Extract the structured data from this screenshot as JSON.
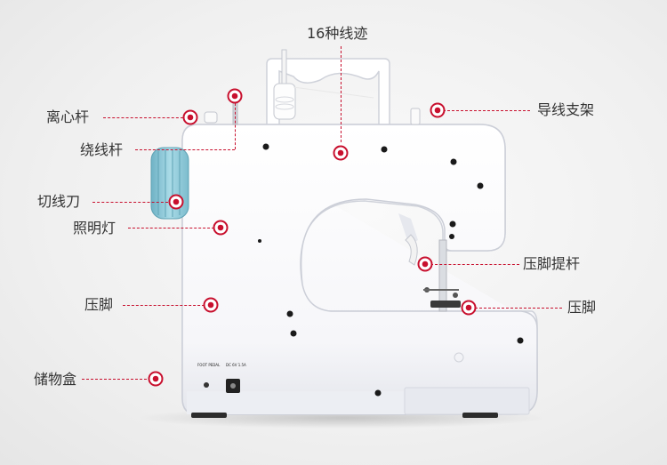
{
  "labels": {
    "stitches": "16种线迹",
    "balance_wheel": "离心杆",
    "bobbin_winder": "绕线杆",
    "thread_cutter": "切线刀",
    "light": "照明灯",
    "presser_foot_left": "压脚",
    "storage_box": "储物盒",
    "thread_guide": "导线支架",
    "presser_lifter": "压脚提杆",
    "presser_foot_right": "压脚"
  },
  "panel_text": {
    "foot_pedal": "FOOT PEDAL",
    "power_spec": "DC 6V 1.5A"
  },
  "colors": {
    "accent": "#c8102e",
    "machine_body": "#ffffff",
    "dial_blue": "#8ec9d9",
    "text": "#333333"
  }
}
